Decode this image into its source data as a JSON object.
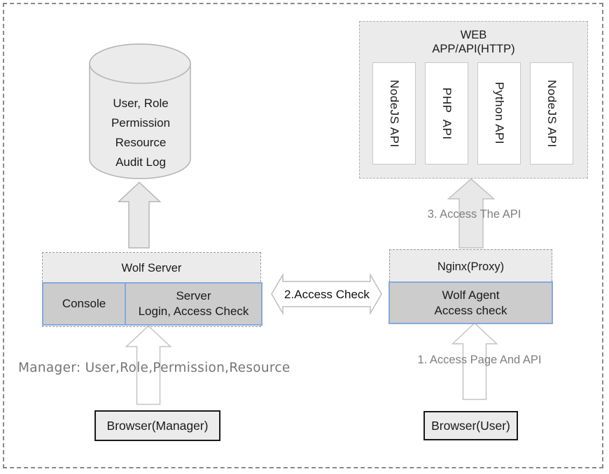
{
  "diagram": {
    "database": {
      "lines": [
        "User, Role",
        "Permission",
        "Resource",
        "Audit Log"
      ]
    },
    "web_api_box": {
      "title_line1": "WEB",
      "title_line2": "APP/API(HTTP)",
      "services": [
        "NodeJS API",
        "PHP  API",
        "Python API",
        "NodeJS API"
      ]
    },
    "wolf_server": {
      "title": "Wolf Server",
      "console_label": "Console",
      "server_line1": "Server",
      "server_line2": "Login, Access Check"
    },
    "nginx": {
      "title": "Nginx(Proxy)",
      "agent_line1": "Wolf Agent",
      "agent_line2": "Access check"
    },
    "browser_manager_label": "Browser(Manager)",
    "browser_user_label": "Browser(User)",
    "labels": {
      "access_check": "2.Access Check",
      "access_the_api": "3. Access The API",
      "access_page_and_api": "1. Access Page And API",
      "manager": "Manager: User,Role,Permission,Resource"
    },
    "colors": {
      "box_fill": "#ebebeb",
      "cell_fill": "#cccccc",
      "blue_border": "#85a9dc",
      "frame_dash": "#8a8a8a",
      "arrow_fill": "#e8e8e8",
      "arrow_stroke": "#bdbdbd",
      "gray_text": "#7f7f7f",
      "manager_text": "#757575"
    }
  }
}
